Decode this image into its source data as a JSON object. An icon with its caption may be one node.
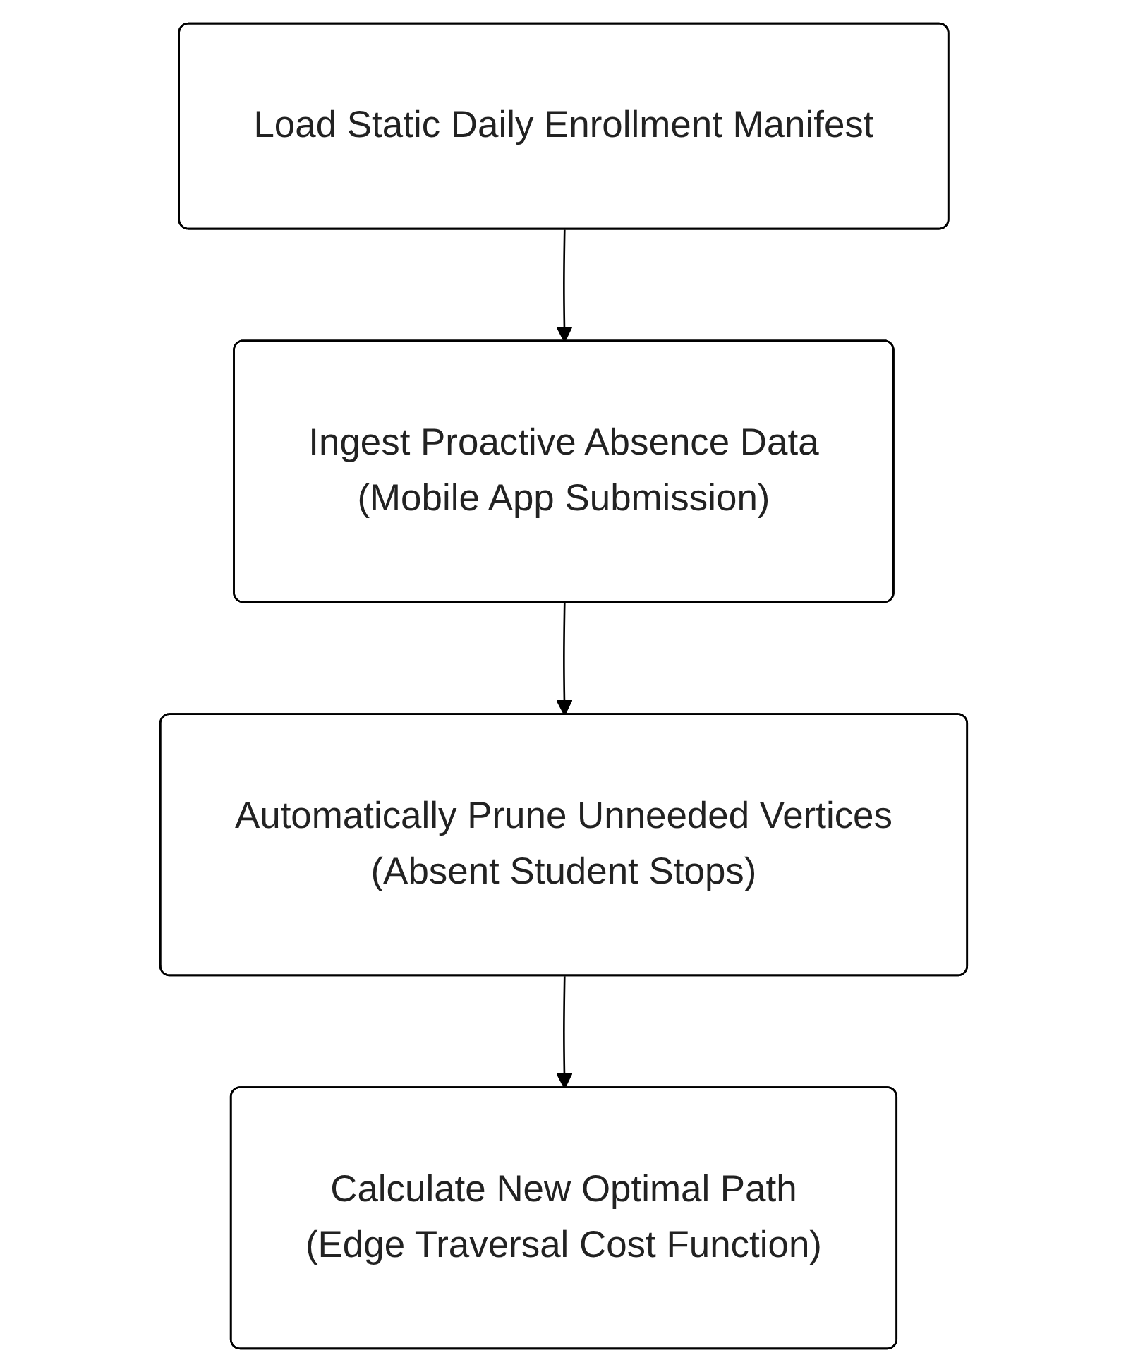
{
  "diagram": {
    "nodes": [
      {
        "text": [
          "Load Static Daily Enrollment Manifest"
        ]
      },
      {
        "text": [
          "Ingest Proactive Absence Data",
          "(Mobile App Submission)"
        ]
      },
      {
        "text": [
          "Automatically Prune Unneeded Vertices",
          "(Absent Student Stops)"
        ]
      },
      {
        "text": [
          "Calculate New Optimal Path",
          "(Edge Traversal Cost Function)"
        ]
      }
    ],
    "edges": [
      {
        "from": 0,
        "to": 1,
        "arrow": "to"
      },
      {
        "from": 1,
        "to": 2,
        "arrow": "to"
      },
      {
        "from": 2,
        "to": 3,
        "arrow": "to"
      }
    ]
  }
}
